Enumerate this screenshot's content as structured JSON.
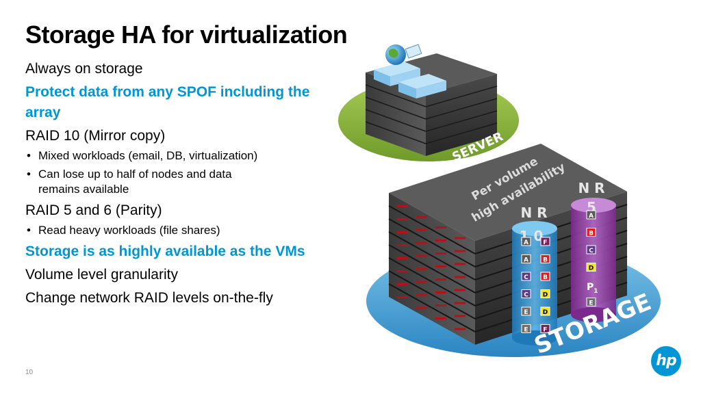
{
  "title": "Storage HA for virtualization",
  "content": {
    "line1": "Always on storage",
    "accent1": "Protect data from any SPOF including the array",
    "raid10": "RAID 10 (Mirror copy)",
    "raid10_bullets": [
      "Mixed workloads (email, DB, virtualization)",
      "Can lose up to half of nodes and data remains available"
    ],
    "raid56": "RAID 5 and 6 (Parity)",
    "raid56_bullets": [
      "Read heavy workloads (file shares)"
    ],
    "accent2": "Storage is as highly available as the VMs",
    "line_volume": "Volume level granularity",
    "line_change": "Change network RAID levels on-the-fly"
  },
  "page_number": "10",
  "illustration": {
    "server_label": "SERVER",
    "storage_label": "STORAGE",
    "ha_line1": "Per volume",
    "ha_line2": "high availability",
    "nr10": {
      "label_top": "N R",
      "label_num": "1 0"
    },
    "nr5": {
      "label_top": "N R",
      "label_num": "5"
    },
    "nr10_blocks": [
      [
        "A",
        "F"
      ],
      [
        "A",
        "B"
      ],
      [
        "C",
        "B"
      ],
      [
        "C",
        "D"
      ],
      [
        "E",
        "D"
      ],
      [
        "E",
        "F"
      ]
    ],
    "nr5_blocks": [
      "A",
      "B",
      "C",
      "D",
      "P",
      "E"
    ],
    "parity_sub": "1",
    "block_colors": {
      "A": "#5a5a5a",
      "B": "#e11b22",
      "C": "#5a3a8a",
      "D": "#f1e41a",
      "E": "#6e6e6e",
      "F": "#7a1f5f"
    }
  },
  "logo_text": "hp",
  "colors": {
    "accent": "#0096d6",
    "server_disc": "#8ab33f",
    "storage_disc": "#4fa8d8"
  }
}
